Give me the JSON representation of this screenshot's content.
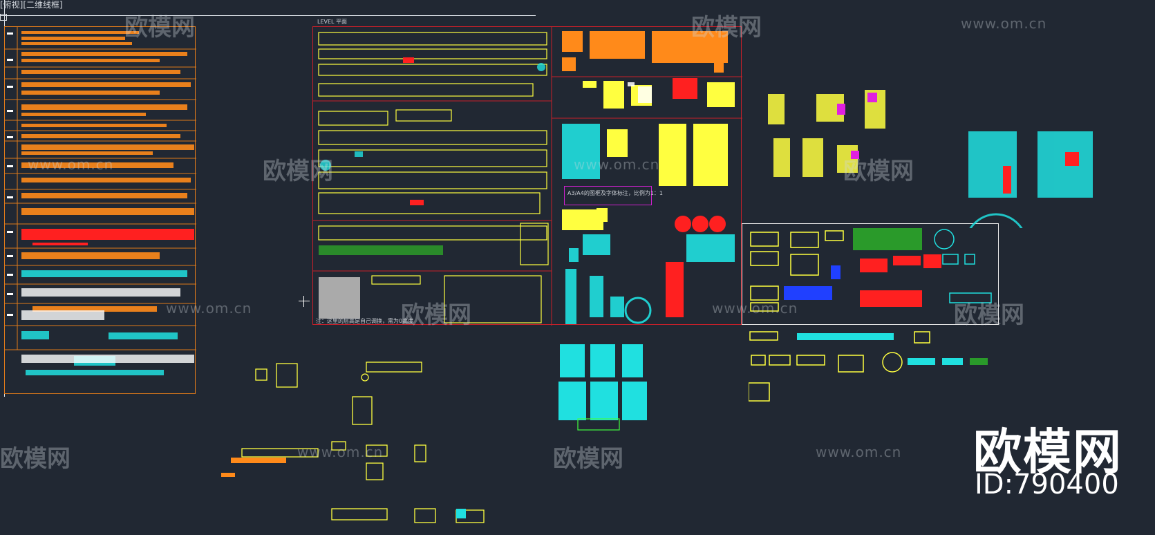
{
  "viewport": {
    "label": "[俯视][二维线框]"
  },
  "watermarks": {
    "brand_cn": "欧模网",
    "url": "www.om.cn"
  },
  "brand": {
    "name": "欧模网",
    "id_text": "ID:790400"
  },
  "drawing": {
    "level_label": "LEVEL 平面",
    "note_a3": "A3/A4的图框及字体标注，比例为1：1",
    "note_bottom": "注：这里的层高是自己调换，需为0高度"
  },
  "colors": {
    "background": "#212833",
    "frame_orange": "#e07a1a",
    "frame_red": "#c8202a",
    "frame_white": "#e8e8e8",
    "block_yellow": "#ffff40",
    "block_cyan": "#20e0e0",
    "block_orange": "#ff8a1a",
    "block_red": "#ff2020",
    "block_magenta": "#e020e0"
  }
}
